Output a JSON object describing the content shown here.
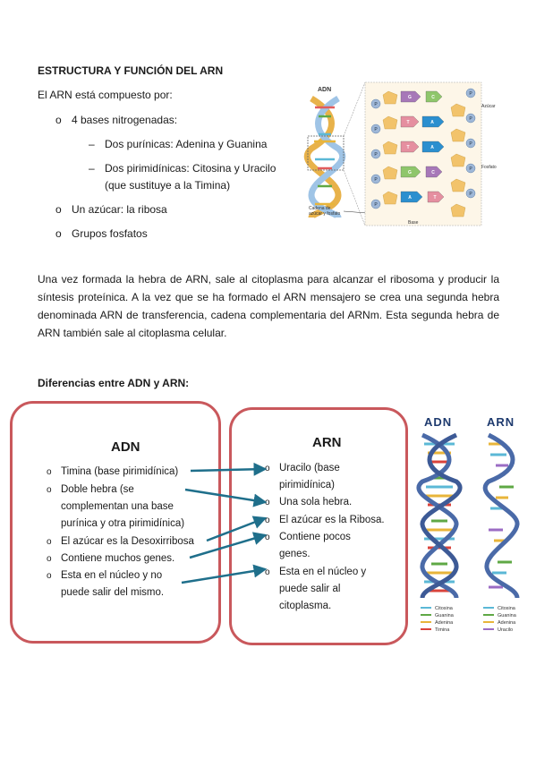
{
  "section1": {
    "heading": "ESTRUCTURA Y FUNCIÓN DEL ARN",
    "intro": "El ARN está compuesto por:",
    "items": [
      {
        "bullet": "o",
        "text": "4 bases nitrogenadas:"
      },
      {
        "bullet": "–",
        "text": "Dos purínicas: Adenina y Guanina"
      },
      {
        "bullet": "–",
        "text": "Dos pirimidínicas:  Citosina  y  Uracilo"
      },
      {
        "bullet": "",
        "text": "(que sustituye a la Timina)"
      },
      {
        "bullet": "o",
        "text": "Un azúcar: la ribosa"
      },
      {
        "bullet": "o",
        "text": "Grupos fosfatos"
      }
    ]
  },
  "figure1": {
    "dna_label": "ADN",
    "azucar": "Azúcar",
    "fosfato": "Fosfato",
    "base": "Base",
    "cadena_line1": "Cadena de",
    "cadena_line2": "azúcar y fosfato",
    "phosphate_letter": "P",
    "base_letters": [
      "G",
      "C",
      "T",
      "A",
      "C",
      "G",
      "A",
      "T"
    ]
  },
  "paragraph": "Una vez formada la hebra de ARN, sale al citoplasma para alcanzar el ribosoma y producir la síntesis proteínica. A la vez que se ha formado el ARN mensajero se crea una segunda hebra denominada ARN de transferencia, cadena complementaria del ARNm. Esta segunda hebra de ARN también sale al citoplasma celular.",
  "differences": {
    "heading": "Diferencias entre ADN y ARN:",
    "adn": {
      "title": "ADN",
      "items": [
        "Timina (base pirimidínica)",
        "Doble hebra (se",
        "complementan una base",
        "purínica y otra pirimidínica)",
        "El azúcar es la Desoxirribosa",
        "Contiene muchos genes.",
        "Esta en el núcleo y no",
        "puede salir del mismo."
      ]
    },
    "arn": {
      "title": "ARN",
      "items": [
        "Uracilo (base",
        "pirimidínica)",
        "Una sola hebra.",
        "El azúcar es la Ribosa.",
        "Contiene pocos",
        "genes.",
        "Esta en el núcleo y",
        "puede salir al",
        "citoplasma."
      ]
    }
  },
  "figure2": {
    "dna_label": "ADN",
    "rna_label": "ARN",
    "dna_legend": [
      "Citosina",
      "Guanina",
      "Adenina",
      "Timina"
    ],
    "rna_legend": [
      "Citosina",
      "Guanina",
      "Adenina",
      "Uracilo"
    ],
    "colors": {
      "citosina": "#5bb8d6",
      "guanina": "#5fa845",
      "adenina": "#e8b53a",
      "timina": "#d9433b",
      "uracilo": "#9b6cc4",
      "backbone": "#4a6aa8",
      "box_border": "#c9585c",
      "arrow": "#1f6f8b"
    }
  }
}
